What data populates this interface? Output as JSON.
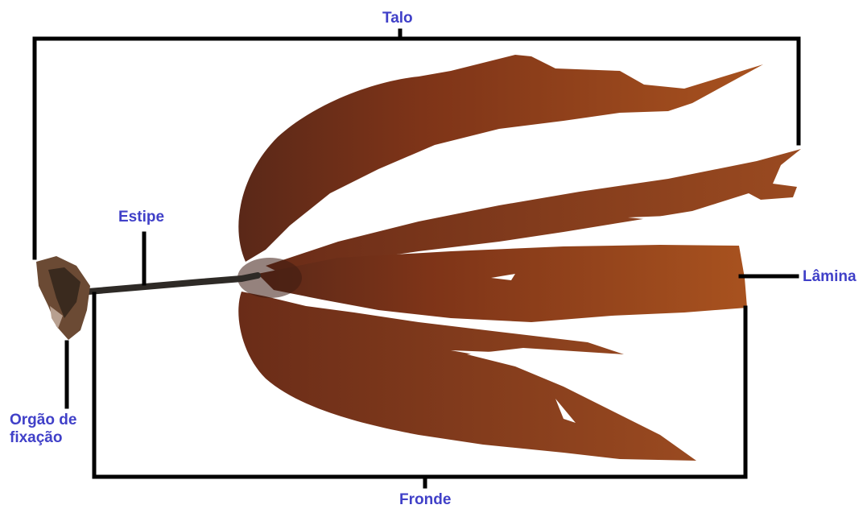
{
  "colors": {
    "label": "#4040c8",
    "bracket": "#000000",
    "blade_light": "#a04a22",
    "blade_mid": "#8a3a1c",
    "blade_dark": "#5a2818",
    "stipe": "#2e2a26",
    "holdfast": "#6b4a34"
  },
  "labels": {
    "talo": "Talo",
    "estipe": "Estipe",
    "lamina": "Lâmina",
    "orgao_line1": "Orgão de",
    "orgao_line2": "fixação",
    "fronde": "Fronde"
  }
}
